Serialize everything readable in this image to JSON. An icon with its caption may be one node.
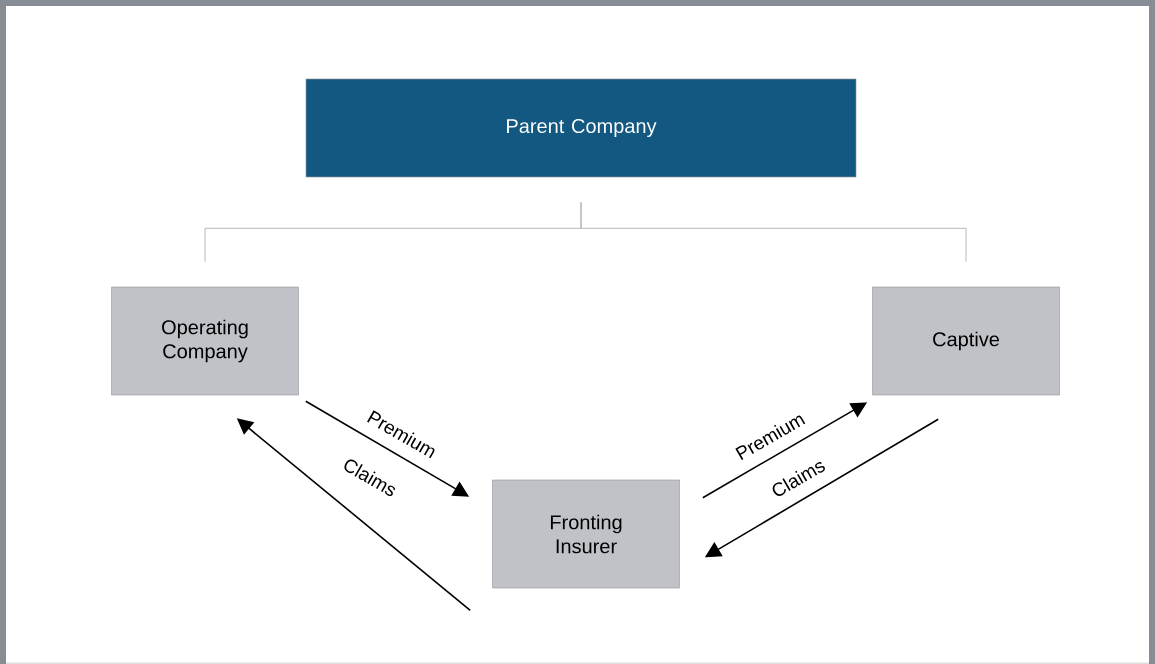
{
  "diagram": {
    "nodes": [
      {
        "text": [
          "Parent Company"
        ]
      },
      {
        "text": [
          "Operating Company"
        ]
      },
      {
        "text": [
          "Captive"
        ]
      },
      {
        "text": [
          "Fronting Insurer"
        ]
      }
    ],
    "edges": [
      {
        "from": 0,
        "to": 1,
        "arrow": "none",
        "color": "#a6a6a6"
      },
      {
        "from": 0,
        "to": 2,
        "arrow": "none",
        "color": "#a6a6a6"
      },
      {
        "from": 1,
        "to": 3,
        "arrow": "to",
        "label": "Premium"
      },
      {
        "from": 3,
        "to": 1,
        "arrow": "to",
        "label": "Claims"
      },
      {
        "from": 3,
        "to": 2,
        "arrow": "to",
        "label": "Premium"
      },
      {
        "from": 2,
        "to": 3,
        "arrow": "to",
        "label": "Claims"
      }
    ]
  }
}
